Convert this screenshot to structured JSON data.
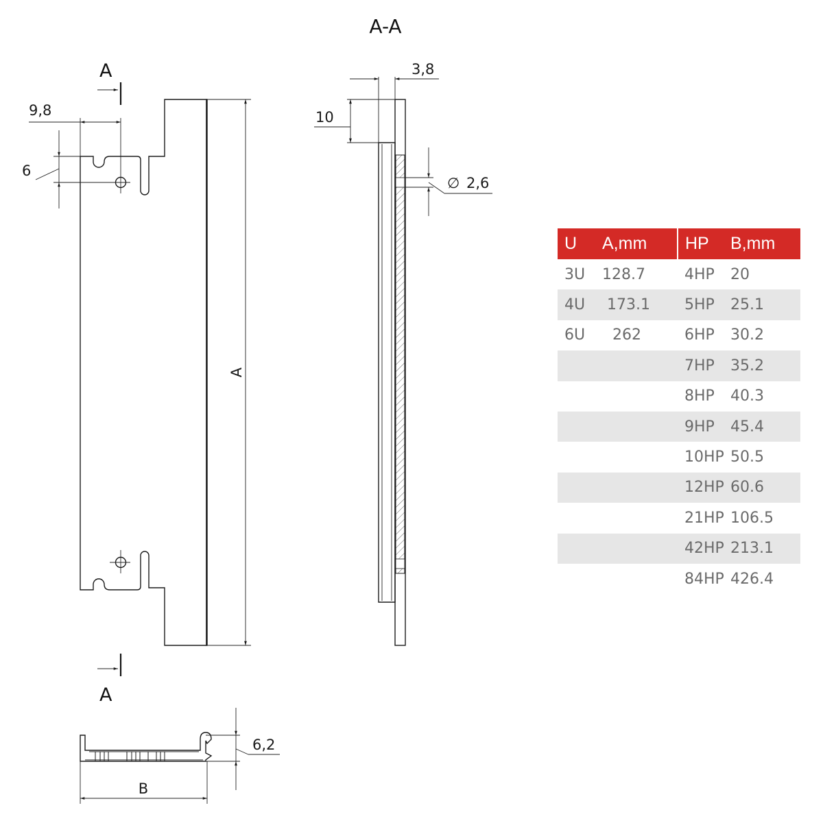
{
  "drawing": {
    "section_title": "A-A",
    "section_marks": [
      "A",
      "A"
    ],
    "dims": {
      "w98": "9,8",
      "h6": "6",
      "t38": "3,8",
      "h10": "10",
      "dia": "2,6",
      "dia_symbol": "∅",
      "h62": "6,2",
      "A": "A",
      "B": "B"
    }
  },
  "table": {
    "headers": [
      "U",
      "A,mm",
      "HP",
      "B,mm"
    ],
    "rows": [
      {
        "u": "3U",
        "a": "128.7",
        "hp": "4HP",
        "b": "20"
      },
      {
        "u": "4U",
        "a": "173.1",
        "hp": "5HP",
        "b": "25.1"
      },
      {
        "u": "6U",
        "a": "262",
        "hp": "6HP",
        "b": "30.2"
      },
      {
        "u": "",
        "a": "",
        "hp": "7HP",
        "b": "35.2"
      },
      {
        "u": "",
        "a": "",
        "hp": "8HP",
        "b": "40.3"
      },
      {
        "u": "",
        "a": "",
        "hp": "9HP",
        "b": "45.4"
      },
      {
        "u": "",
        "a": "",
        "hp": "10HP",
        "b": "50.5"
      },
      {
        "u": "",
        "a": "",
        "hp": "12HP",
        "b": "60.6"
      },
      {
        "u": "",
        "a": "",
        "hp": "21HP",
        "b": "106.5"
      },
      {
        "u": "",
        "a": "",
        "hp": "42HP",
        "b": "213.1"
      },
      {
        "u": "",
        "a": "",
        "hp": "84HP",
        "b": "426.4"
      }
    ]
  },
  "colors": {
    "header_red": "#d42a26",
    "stripe_gray": "#e6e6e6",
    "cell_text": "#6a6a6a"
  }
}
